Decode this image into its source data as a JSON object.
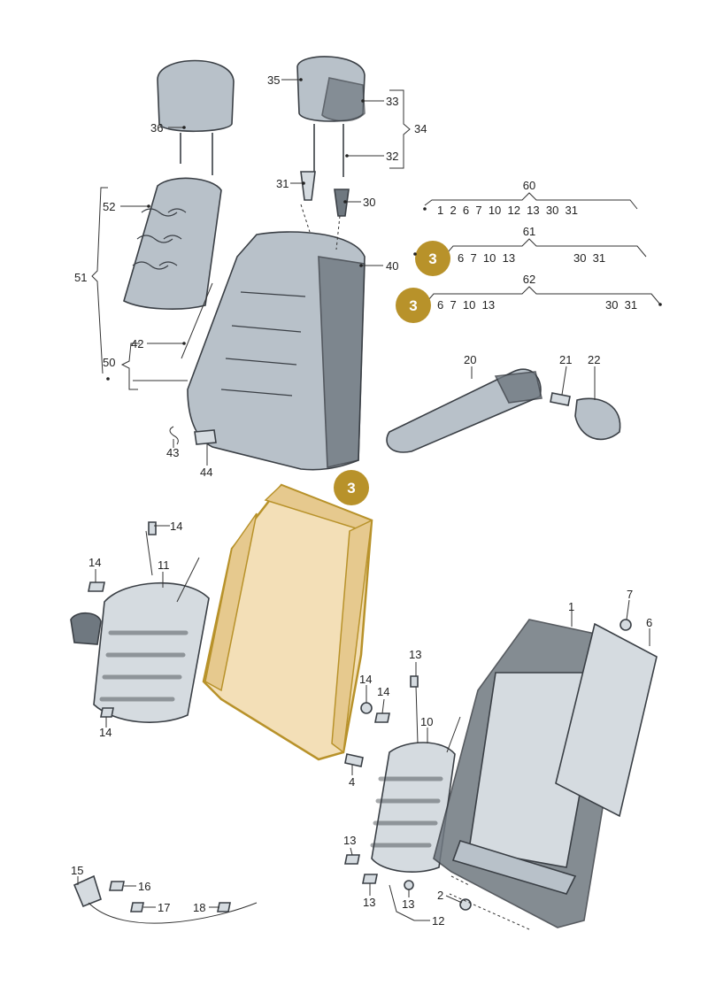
{
  "labels": {
    "l1": "1",
    "l2": "2",
    "l4": "4",
    "l6": "6",
    "l7": "7",
    "l10": "10",
    "l11": "11",
    "l12": "12",
    "l13a": "13",
    "l13b": "13",
    "l13c": "13",
    "l13d": "13",
    "l14a": "14",
    "l14b": "14",
    "l14c": "14",
    "l14d": "14",
    "l14e": "14",
    "l15": "15",
    "l16": "16",
    "l17": "17",
    "l18": "18",
    "l20": "20",
    "l21": "21",
    "l22": "22",
    "l30": "30",
    "l31": "31",
    "l32": "32",
    "l33": "33",
    "l34": "34",
    "l35": "35",
    "l36": "36",
    "l40": "40",
    "l42": "42",
    "l43": "43",
    "l44": "44",
    "l50": "50",
    "l51": "51",
    "l52": "52"
  },
  "groups": {
    "g60": {
      "title": "60",
      "items": "1  2  6  7  10  12  13  30  31"
    },
    "g61": {
      "title": "61",
      "items": "6  7  10  13",
      "tail": "30  31"
    },
    "g62": {
      "title": "62",
      "items": "6  7  10  13",
      "tail": "30  31"
    }
  },
  "badges": {
    "b1": "3",
    "b2": "3",
    "b3": "3"
  },
  "colors": {
    "badge": "#b8922a",
    "highlight": "#f3dfb7",
    "highlight_stroke": "#b8922a"
  }
}
